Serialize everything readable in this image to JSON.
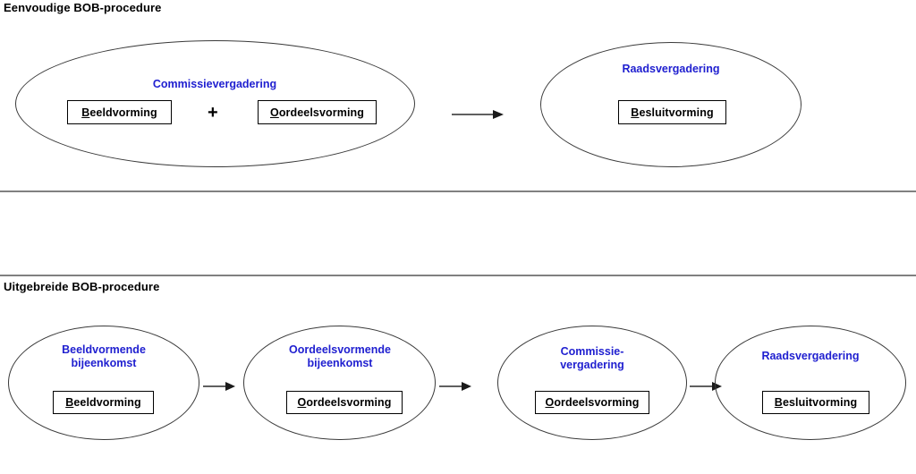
{
  "sections": [
    {
      "id": "simple",
      "title": "Eenvoudige BOB-procedure",
      "nodes": [
        {
          "caption": "Commissievergadering",
          "boxes": [
            {
              "first": "B",
              "rest": "eeldvorming"
            },
            {
              "first": "O",
              "rest": "ordeelsvorming"
            }
          ],
          "connector": "+"
        },
        {
          "caption": "Raadsvergadering",
          "boxes": [
            {
              "first": "B",
              "rest": "esluitvorming"
            }
          ]
        }
      ]
    },
    {
      "id": "extended",
      "title": "Uitgebreide BOB-procedure",
      "nodes": [
        {
          "caption_line1": "Beeldvormende",
          "caption_line2": "bijeenkomst",
          "box": {
            "first": "B",
            "rest": "eeldvorming"
          }
        },
        {
          "caption_line1": "Oordeelsvormende",
          "caption_line2": "bijeenkomst",
          "box": {
            "first": "O",
            "rest": "ordeelsvorming"
          }
        },
        {
          "caption_line1": "Commissie-",
          "caption_line2": "vergadering",
          "box": {
            "first": "O",
            "rest": "ordeelsvorming"
          }
        },
        {
          "caption_line1": "Raadsvergadering",
          "caption_line2": "",
          "box": {
            "first": "B",
            "rest": "esluitvorming"
          }
        }
      ]
    }
  ],
  "colors": {
    "caption_blue": "#2020d0",
    "divider_gray": "#808080",
    "outline": "#3a3a3a",
    "text_black": "#000000"
  },
  "icons": {
    "arrow": "arrow-right-icon"
  }
}
